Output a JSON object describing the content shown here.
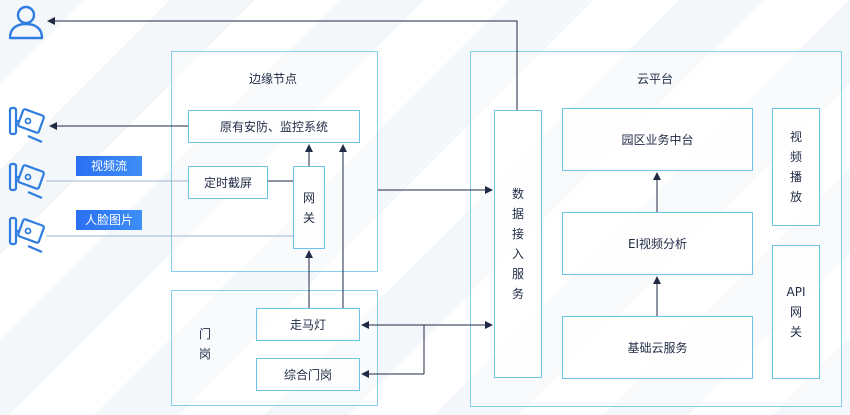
{
  "edge_node": {
    "title": "边缘节点",
    "security_system": "原有安防、监控系统",
    "timed_screenshot": "定时截屏",
    "gateway": [
      "网",
      "关"
    ]
  },
  "gatehouse": {
    "title": [
      "门",
      "岗"
    ],
    "marquee": "走马灯",
    "integrated_gate": "综合门岗"
  },
  "cloud_platform": {
    "title": "云平台",
    "data_access": [
      "数",
      "据",
      "接",
      "入",
      "服",
      "务"
    ],
    "campus_platform": "园区业务中台",
    "ei_video": "EI视频分析",
    "base_cloud": "基础云服务",
    "video_play": [
      "视",
      "频",
      "播",
      "放"
    ],
    "api_gateway": [
      "API",
      "网",
      "关"
    ]
  },
  "tags": {
    "video_stream": "视频流",
    "face_image": "人脸图片"
  },
  "icons": [
    "user-icon",
    "camera-icon",
    "camera-icon",
    "camera-icon"
  ],
  "colors": {
    "box_border": "#6cc4e8",
    "tag_start": "#2b6ff2",
    "tag_end": "#3d8ff6",
    "arrow": "#1f2a44",
    "icon": "#2f7de1"
  }
}
